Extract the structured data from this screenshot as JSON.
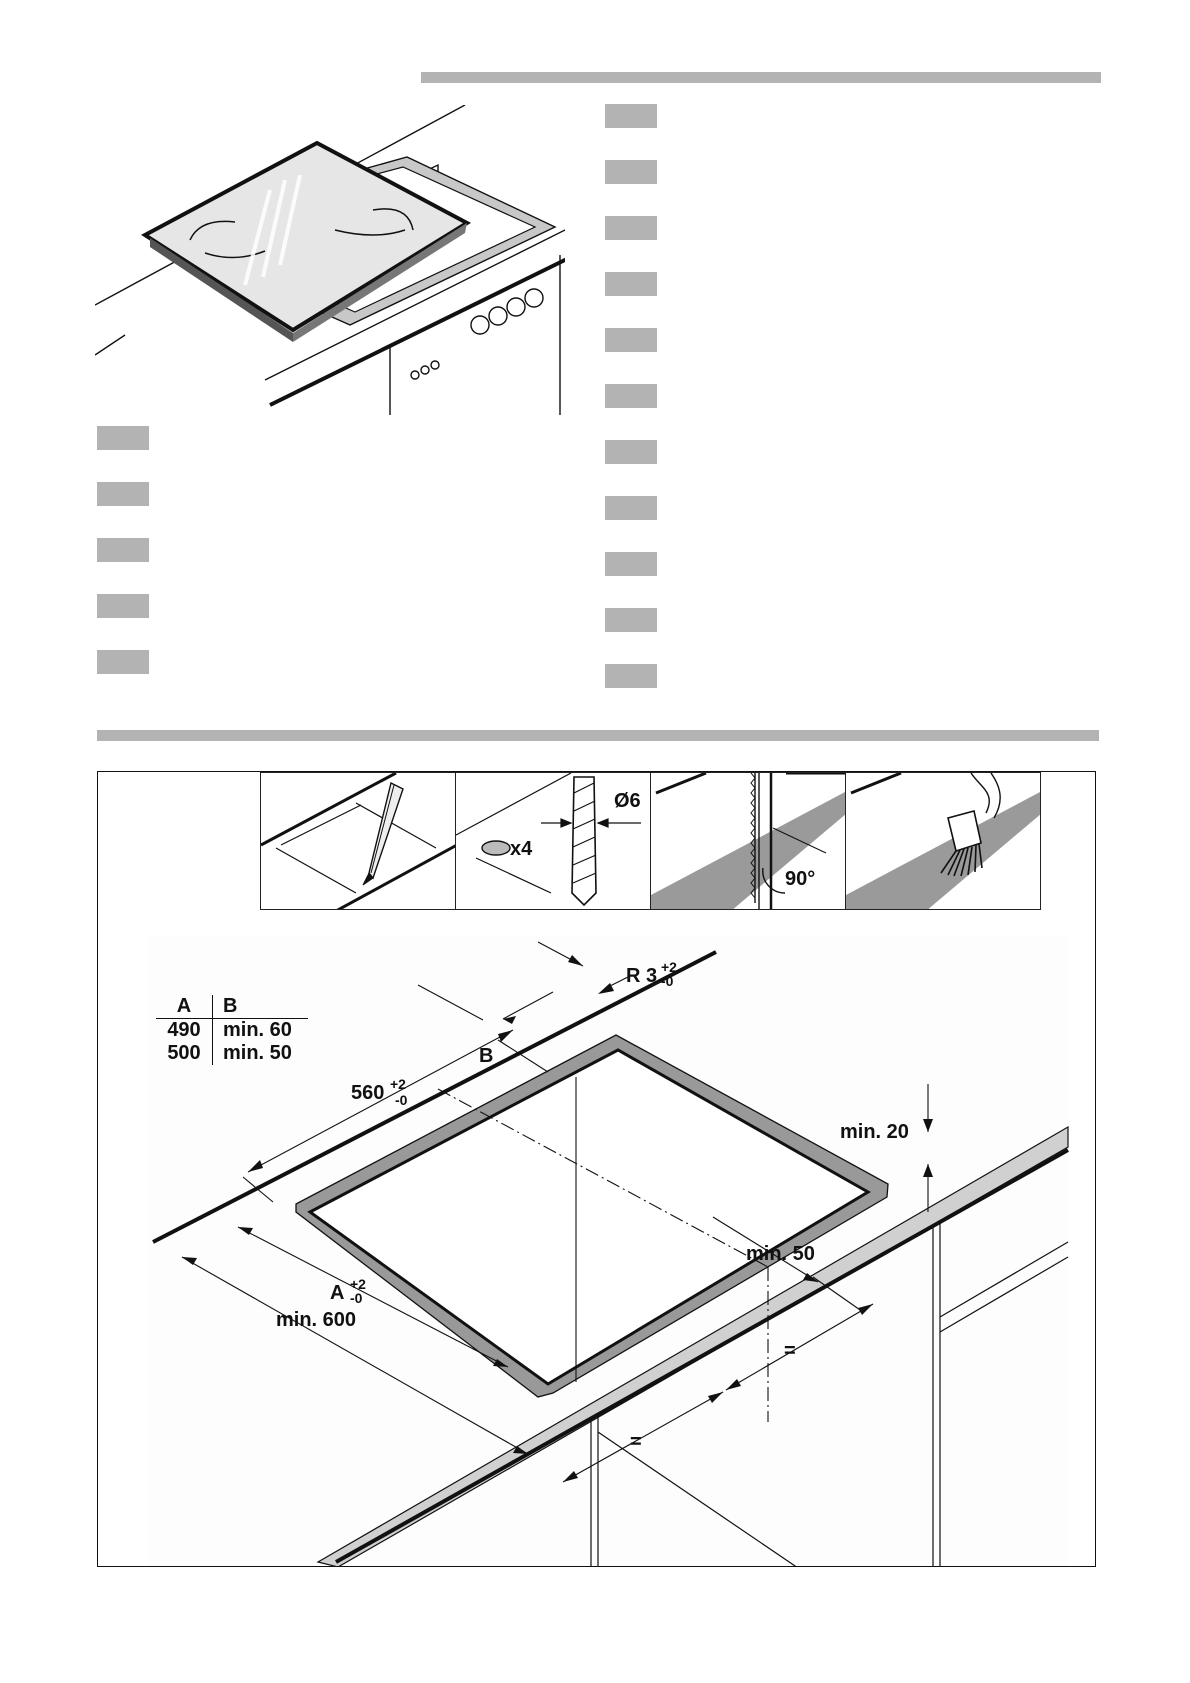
{
  "labels": {
    "drill_count": "x4",
    "drill_diameter": "Ø6",
    "saw_angle": "90°",
    "radius_main": "R 3",
    "radius_tol_plus": "+2",
    "radius_tol_minus": "-0",
    "depth_main": "560",
    "depth_tol_plus": "+2",
    "depth_tol_minus": "-0",
    "b_label": "B",
    "a_main": "A",
    "a_tol_plus": "+2",
    "a_tol_minus": "-0",
    "min_600": "min. 600",
    "min_50": "min. 50",
    "min_20": "min. 20",
    "equal_1": "=",
    "equal_2": "="
  },
  "table": {
    "headers": [
      "A",
      "B"
    ],
    "rows": [
      [
        "490",
        "min. 60"
      ],
      [
        "500",
        "min. 50"
      ]
    ]
  },
  "language_markers": {
    "left_column_count": 5,
    "right_column_count": 11
  },
  "colors": {
    "line": "#111111",
    "grey_bar": "#b3b3b3",
    "shade": "#9a9a9a"
  }
}
